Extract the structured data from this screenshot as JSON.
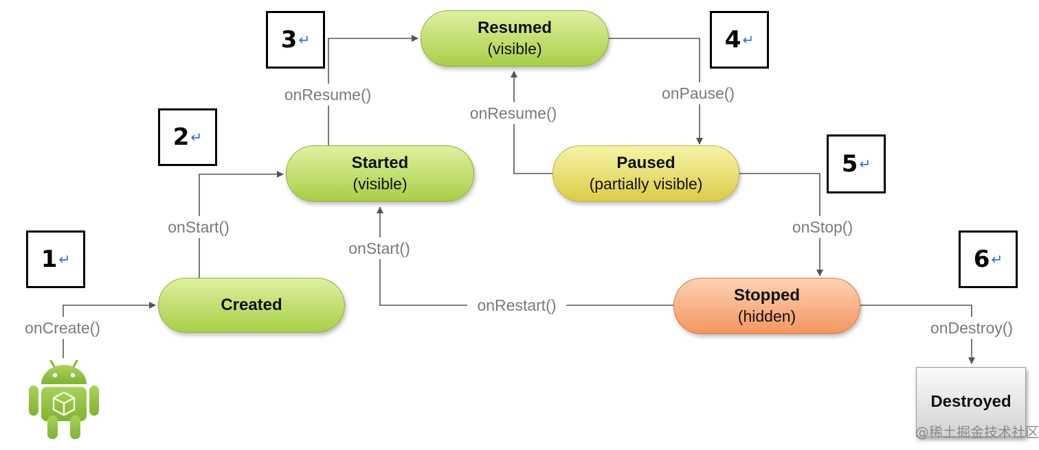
{
  "states": {
    "created": {
      "name": "Created"
    },
    "started": {
      "name": "Started",
      "sub": "(visible)"
    },
    "resumed": {
      "name": "Resumed",
      "sub": "(visible)"
    },
    "paused": {
      "name": "Paused",
      "sub": "(partially visible)"
    },
    "stopped": {
      "name": "Stopped",
      "sub": "(hidden)"
    },
    "destroyed": {
      "name": "Destroyed"
    }
  },
  "transitions": {
    "on_create": "onCreate()",
    "on_start_created": "onStart()",
    "on_resume_started": "onResume()",
    "on_resume_paused": "onResume()",
    "on_pause": "onPause()",
    "on_stop": "onStop()",
    "on_restart": "onRestart()",
    "on_start_restart": "onStart()",
    "on_destroy": "onDestroy()"
  },
  "markers": [
    "1",
    "2",
    "3",
    "4",
    "5",
    "6"
  ],
  "return_symbol": "↵",
  "watermark": "@稀土掘金技术社区",
  "colors": {
    "active_state": "#a8cf48",
    "paused_state": "#dccc48",
    "stopped_state": "#f49560",
    "destroyed_state": "#d2d2d2",
    "android": "#8dbf3f",
    "arrow": "#555555",
    "marker_symbol": "#2b6fd6"
  },
  "icons": {
    "start": "android-robot-icon"
  }
}
